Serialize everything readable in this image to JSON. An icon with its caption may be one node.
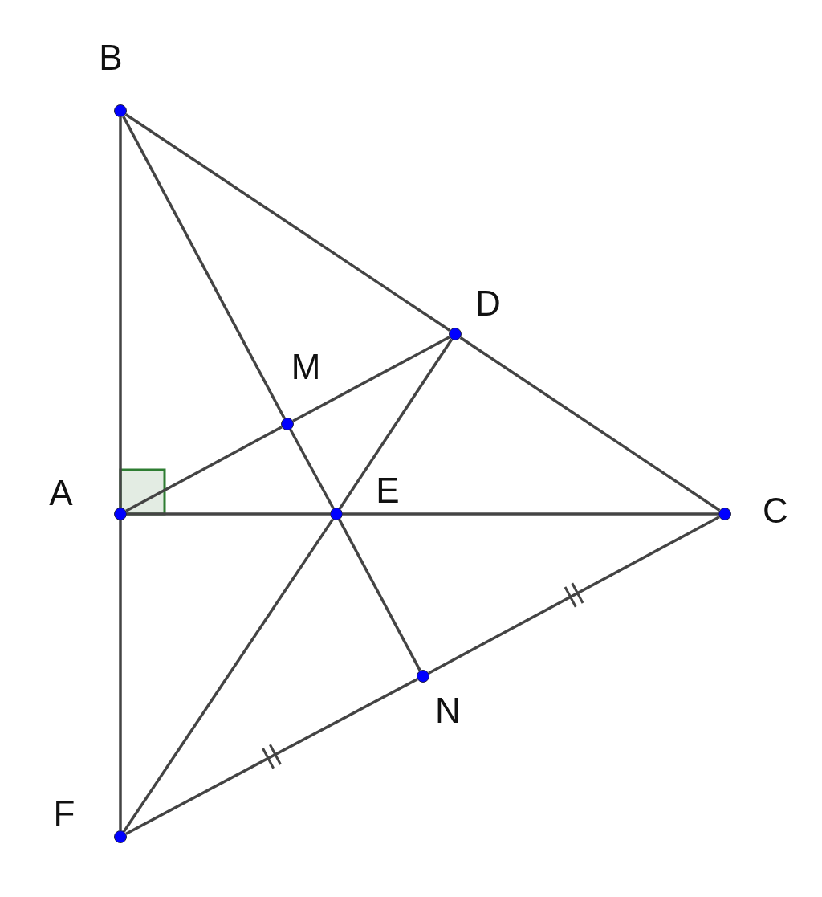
{
  "diagram": {
    "nodes": [
      {
        "text": [],
        "shape": "circle",
        "beside": [
          "B"
        ]
      },
      {
        "text": [],
        "shape": "circle",
        "beside": [
          "A"
        ]
      },
      {
        "text": [],
        "shape": "circle",
        "beside": [
          "F"
        ]
      },
      {
        "text": [],
        "shape": "circle",
        "beside": [
          "C"
        ]
      },
      {
        "text": [],
        "shape": "circle",
        "beside": [
          "D"
        ]
      },
      {
        "text": [],
        "shape": "circle",
        "beside": [
          "M"
        ]
      },
      {
        "text": [],
        "shape": "circle",
        "beside": [
          "E"
        ]
      },
      {
        "text": [],
        "shape": "circle",
        "beside": [
          "N"
        ]
      }
    ],
    "edges": [
      {
        "from": 0,
        "to": 1,
        "arrow": "none"
      },
      {
        "from": 1,
        "to": 2,
        "arrow": "none"
      },
      {
        "from": 0,
        "to": 4,
        "arrow": "none"
      },
      {
        "from": 4,
        "to": 3,
        "arrow": "none"
      },
      {
        "from": 0,
        "to": 5,
        "arrow": "none"
      },
      {
        "from": 5,
        "to": 6,
        "arrow": "none"
      },
      {
        "from": 6,
        "to": 7,
        "arrow": "none"
      },
      {
        "from": 1,
        "to": 5,
        "arrow": "none"
      },
      {
        "from": 5,
        "to": 4,
        "arrow": "none"
      },
      {
        "from": 1,
        "to": 6,
        "arrow": "none"
      },
      {
        "from": 6,
        "to": 3,
        "arrow": "none"
      },
      {
        "from": 4,
        "to": 6,
        "arrow": "none"
      },
      {
        "from": 6,
        "to": 2,
        "arrow": "none"
      },
      {
        "from": 2,
        "to": 7,
        "arrow": "none"
      },
      {
        "from": 7,
        "to": 3,
        "arrow": "none"
      }
    ]
  }
}
